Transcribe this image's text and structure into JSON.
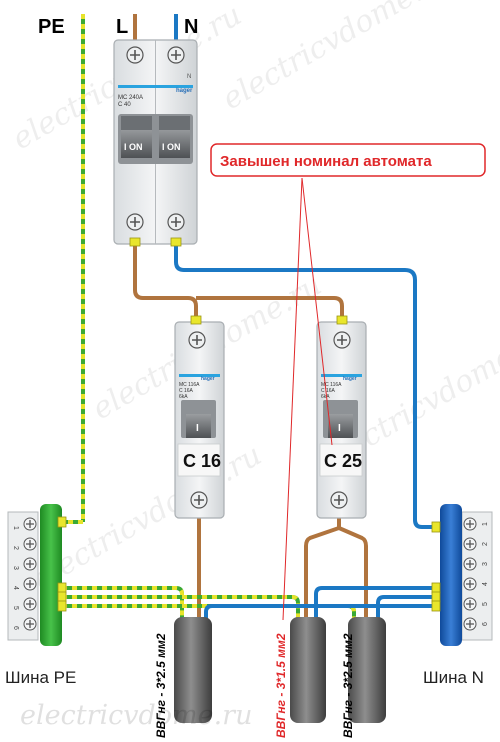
{
  "conductors": {
    "pe": "PE",
    "l": "L",
    "n": "N"
  },
  "main_breaker": {
    "brand": "hager",
    "model": "MC 240A",
    "rating": "C 40",
    "toggle_left": "I ON",
    "toggle_right": "I ON",
    "n_mark": "N"
  },
  "breaker_16": {
    "brand": "hager",
    "model": "MC 116A",
    "rating_small": "C 16A",
    "code": "6kA",
    "toggle": "I",
    "rating": "C 16"
  },
  "breaker_25": {
    "brand": "hager",
    "model": "MC 116A",
    "rating_small": "C 16A",
    "code": "6kA",
    "toggle": "I",
    "rating": "C 25"
  },
  "callout": "Завышен номинал автомата",
  "bus_pe": {
    "label": "Шина PE",
    "numbers": [
      "1",
      "2",
      "3",
      "4",
      "5",
      "6"
    ]
  },
  "bus_n": {
    "label": "Шина N",
    "numbers": [
      "1",
      "2",
      "3",
      "4",
      "5",
      "6"
    ]
  },
  "cables": {
    "left": "ВВГнг - 3*2.5 мм2",
    "middle": "ВВГнг - 3*1.5 мм2",
    "right": "ВВГнг - 3*2.5 мм2"
  },
  "watermark": "electricvdome.ru",
  "colors": {
    "phase": "#b0743e",
    "neutral": "#1b78c4",
    "earth_green": "#3aa935",
    "earth_yellow": "#e7e32a",
    "callout_border": "#e0282a",
    "callout_text": "#e0282a",
    "bus_pe": "#2ea82f",
    "bus_n": "#1b5fb8"
  }
}
